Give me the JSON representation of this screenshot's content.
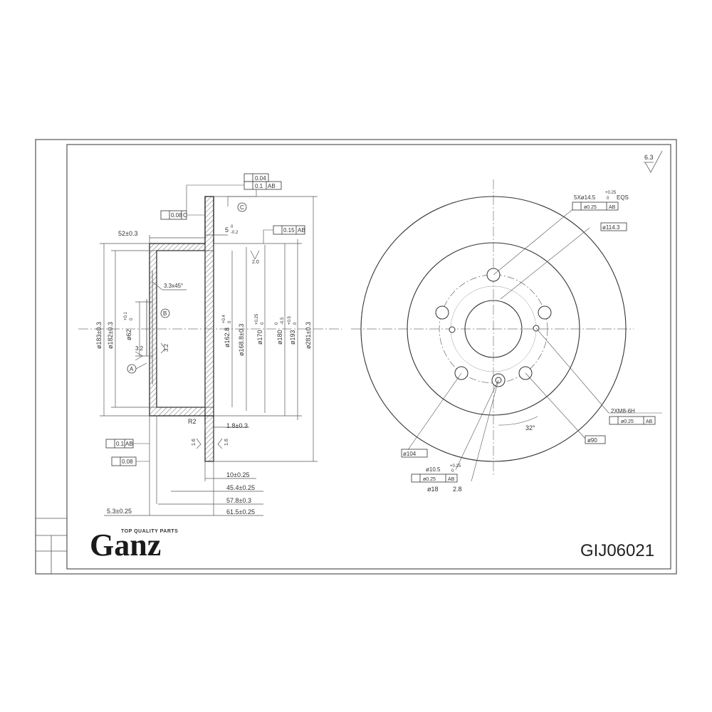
{
  "brand": {
    "tagline": "TOP QUALITY PARTS",
    "name": "Ganz"
  },
  "part_number": "GIJ06021",
  "surface_finish": "6.3",
  "datums": {
    "a": "A",
    "b": "B",
    "c": "C"
  },
  "section_labels": {
    "flatness_tol": "0.04",
    "runout_top": "0.1",
    "runout_top_ref": "AB",
    "parallel_tol": "0.08",
    "parallel_ref": "C",
    "dim_52": "52±0.3",
    "dim_5": "5",
    "dim_5_upper": "0",
    "dim_5_lower": "-0.2",
    "runout_mid": "0.15",
    "runout_mid_ref": "AB",
    "finish_20": "2.0",
    "chamfer": "3.3x45°",
    "finish_32a": "3.2",
    "finish_32b": "3.2",
    "dia_183": "ø183±0.3",
    "dia_182": "ø182±0.3",
    "dia_62": "ø62",
    "dia_62_tol": "+0.1",
    "dia_62_tol_low": "0",
    "dia_162": "ø162.8",
    "dia_162_tol": "+0.4",
    "dia_162_tol_low": "0",
    "dia_168": "ø168.8±0.3",
    "dia_170": "ø170",
    "dia_170_tol": "+0.25",
    "dia_170_tol_low": "0",
    "dia_180": "ø180",
    "dia_180_tol": "0",
    "dia_180_tol_low": "-0.5",
    "dia_193": "ø193",
    "dia_193_tol": "+0.5",
    "dia_193_tol_low": "0",
    "dia_281": "ø281±0.3",
    "radius": "R2",
    "dim_18": "1.8±0.3",
    "finish_16a": "1.6",
    "finish_16b": "1.6",
    "runout_bot": "0.1",
    "runout_bot_ref": "AB",
    "flat_bot": "0.08",
    "dim_10": "10±0.25",
    "dim_454": "45.4±0.25",
    "dim_578": "57.8±0.3",
    "dim_53": "5.3±0.25",
    "dim_615": "61.5±0.25"
  },
  "front_labels": {
    "holes_5x": "5Xø14.5",
    "holes_5x_tol": "+0.25",
    "holes_5x_tol_low": "0",
    "holes_5x_eqs": "EQS",
    "pos_tol_1": "ø0.25",
    "pos_ref_1": "AB",
    "dia_1143": "ø114.3",
    "thread": "2XM8-6H",
    "pos_tol_2": "ø0.25",
    "pos_ref_2": "AB",
    "angle": "32°",
    "dia_90": "ø90",
    "dia_104": "ø104",
    "dia_105": "ø10.5",
    "dia_105_tol": "+0.25",
    "dia_105_tol_low": "0",
    "pos_tol_3": "ø0.25",
    "pos_ref_3": "AB",
    "dia_18": "ø18",
    "dim_28": "2.8"
  }
}
